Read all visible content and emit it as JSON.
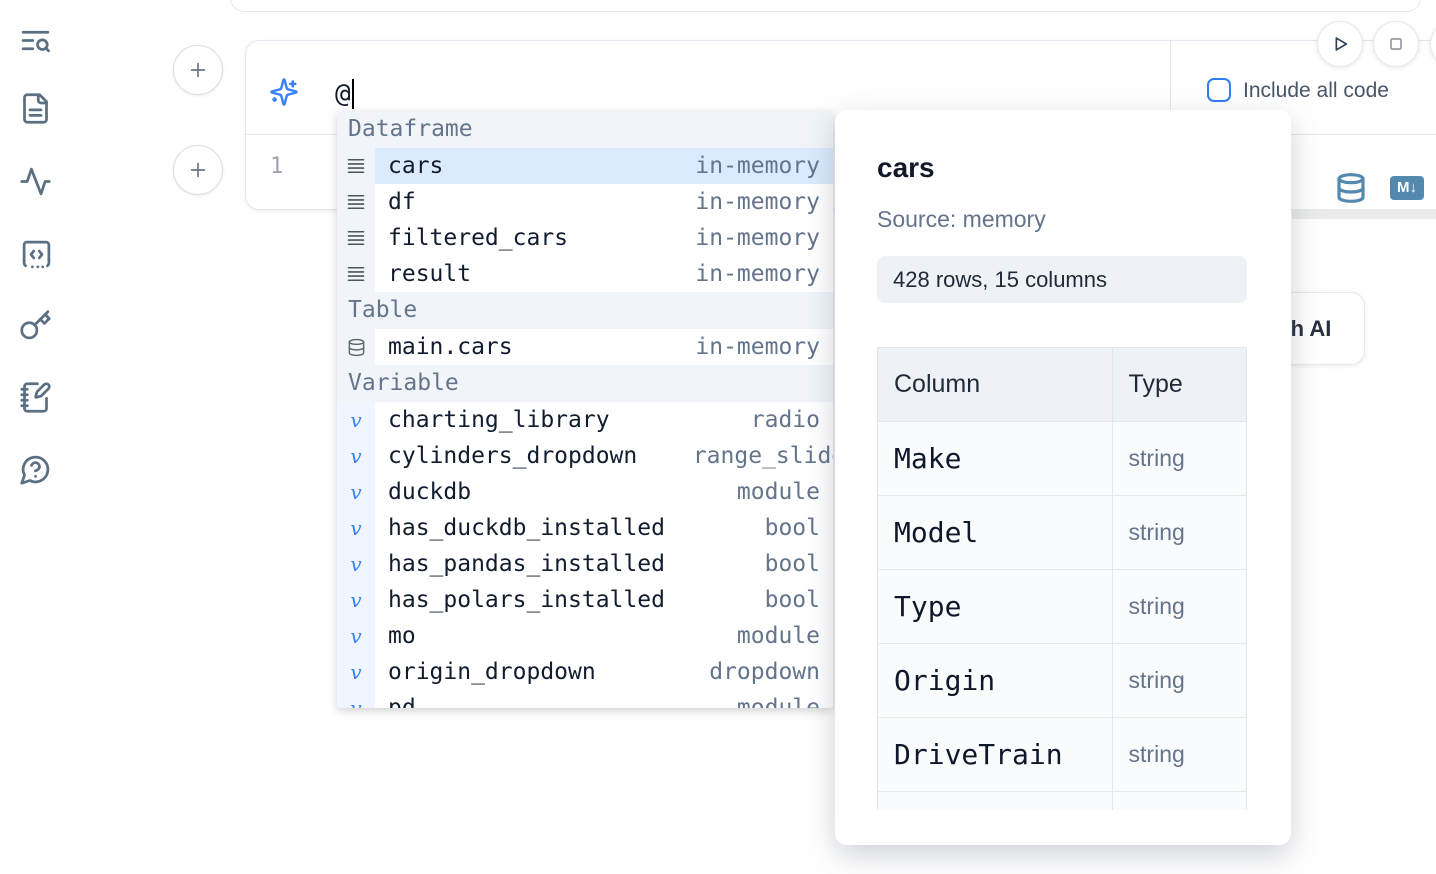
{
  "sidebar": {
    "icons": [
      {
        "name": "list-search-icon"
      },
      {
        "name": "file-document-icon"
      },
      {
        "name": "activity-icon"
      },
      {
        "name": "snippets-code-icon"
      },
      {
        "name": "key-icon"
      },
      {
        "name": "scratchpad-notebook-icon"
      },
      {
        "name": "help-chat-icon"
      }
    ]
  },
  "run_controls": {
    "play_icon": "play-outline",
    "stop_icon": "square-outline"
  },
  "ai_panel": {
    "input_value": "@",
    "include_all_code_label": "Include all code",
    "checkbox_checked": false
  },
  "code_cell": {
    "line_number": "1",
    "actions": [
      "convert-to-sql-database-icon",
      "convert-to-markdown-icon"
    ],
    "markdown_badge": "M↓"
  },
  "generate_button": {
    "label": "Generate with AI"
  },
  "autocomplete": {
    "sections": [
      {
        "label": "Dataframe",
        "kind": "dataframe",
        "items": [
          {
            "name": "cars",
            "detail": "in-memory",
            "selected": true
          },
          {
            "name": "df",
            "detail": "in-memory"
          },
          {
            "name": "filtered_cars",
            "detail": "in-memory"
          },
          {
            "name": "result",
            "detail": "in-memory"
          }
        ]
      },
      {
        "label": "Table",
        "kind": "table",
        "items": [
          {
            "name": "main.cars",
            "detail": "in-memory"
          }
        ]
      },
      {
        "label": "Variable",
        "kind": "variable",
        "items": [
          {
            "name": "charting_library",
            "detail": "radio"
          },
          {
            "name": "cylinders_dropdown",
            "detail": "range_slider",
            "clip": true
          },
          {
            "name": "duckdb",
            "detail": "module"
          },
          {
            "name": "has_duckdb_installed",
            "detail": "bool"
          },
          {
            "name": "has_pandas_installed",
            "detail": "bool"
          },
          {
            "name": "has_polars_installed",
            "detail": "bool"
          },
          {
            "name": "mo",
            "detail": "module"
          },
          {
            "name": "origin_dropdown",
            "detail": "dropdown"
          },
          {
            "name": "pd",
            "detail": "module"
          }
        ]
      }
    ]
  },
  "preview_panel": {
    "title": "cars",
    "source": "Source: memory",
    "shape_badge": "428 rows, 15 columns",
    "table": {
      "headers": [
        "Column",
        "Type"
      ],
      "rows": [
        [
          "Make",
          "string"
        ],
        [
          "Model",
          "string"
        ],
        [
          "Type",
          "string"
        ],
        [
          "Origin",
          "string"
        ],
        [
          "DriveTrain",
          "string"
        ]
      ],
      "extra_partial_row": true
    }
  },
  "colors": {
    "accent_blue": "#3b82f6",
    "steel_icon": "#5389ad",
    "selected_row": "#dbeafe",
    "section_header_bg": "#f1f5f9",
    "variable_gutter_bg": "#eff6ff",
    "popup_badge_bg": "#eef2f6",
    "table_header_bg": "#eef2f7",
    "border": "#e2e8f0",
    "text_dark": "#111c2e",
    "text_muted": "#64748b"
  }
}
